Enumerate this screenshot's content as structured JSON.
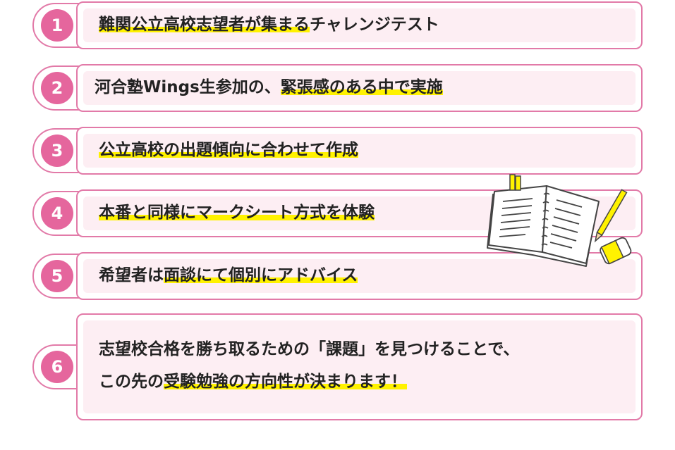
{
  "items": [
    {
      "number": "1",
      "pre": "",
      "highlight": "難関公立高校志望者が集まる",
      "post": "チャレンジテスト"
    },
    {
      "number": "2",
      "pre": "河合塾Wings生参加の、",
      "highlight": "緊張感のある中で実施",
      "post": ""
    },
    {
      "number": "3",
      "pre": "",
      "highlight": "公立高校の出題傾向に合わせて作成",
      "post": ""
    },
    {
      "number": "4",
      "pre": "",
      "highlight": "本番と同様にマークシート方式を体験",
      "post": ""
    },
    {
      "number": "5",
      "pre": "希望者は",
      "highlight": "面談にて個別にアドバイス",
      "post": ""
    },
    {
      "number": "6",
      "line1": "志望校合格を勝ち取るための「課題」を見つけることで、",
      "line2_pre": "この先の",
      "line2_highlight": "受験勉強の方向性が決まります！",
      "line2_post": ""
    }
  ],
  "colors": {
    "pink": "#e5669d",
    "border": "#e27aa8",
    "card_bg": "#fdeef3",
    "highlight": "#fff200"
  },
  "illustration": {
    "icon": "notebook-pencil-eraser-icon"
  }
}
